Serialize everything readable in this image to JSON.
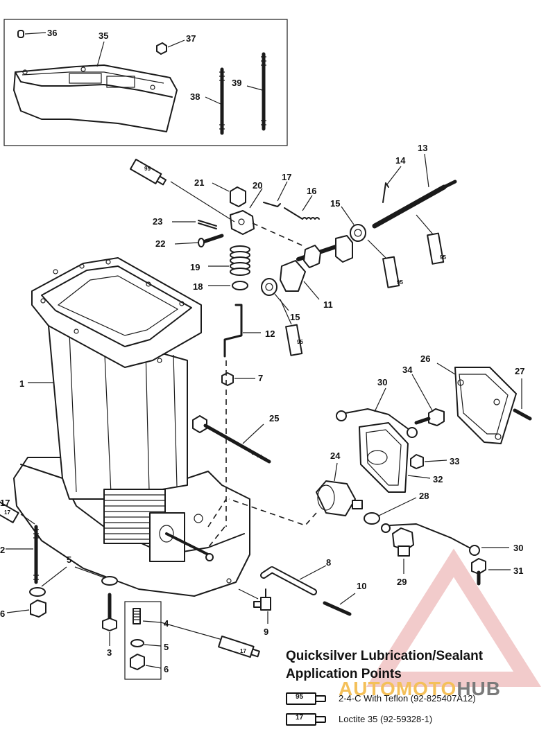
{
  "callouts": {
    "c1": "1",
    "c2": "2",
    "c3": "3",
    "c4": "4",
    "c5a": "5",
    "c5b": "5",
    "c6a": "6",
    "c6b": "6",
    "c7": "7",
    "c8": "8",
    "c9": "9",
    "c10": "10",
    "c11": "11",
    "c12": "12",
    "c13": "13",
    "c14": "14",
    "c15a": "15",
    "c15b": "15",
    "c16": "16",
    "c17": "17",
    "c18": "18",
    "c19": "19",
    "c20": "20",
    "c21": "21",
    "c22": "22",
    "c23": "23",
    "c24": "24",
    "c25": "25",
    "c26": "26",
    "c27": "27",
    "c28": "28",
    "c29": "29",
    "c30a": "30",
    "c30b": "30",
    "c31": "31",
    "c32": "32",
    "c33": "33",
    "c34": "34",
    "c35": "35",
    "c36": "36",
    "c37": "37",
    "c38": "38",
    "c39": "39",
    "c17l": "17"
  },
  "tubes": {
    "t95a": "95",
    "t95b": "95",
    "t95c": "95",
    "t95d": "95",
    "t17a": "17",
    "t17b": "17"
  },
  "legend": {
    "title_line1": "Quicksilver Lubrication/Sealant",
    "title_line2": "Application Points",
    "items": [
      {
        "code": "95",
        "text": "2-4-C  With Teflon (92-825407A12)"
      },
      {
        "code": "17",
        "text": "Loctite 35 (92-59328-1)"
      }
    ]
  },
  "watermark": {
    "part1": "AUTOMOTO",
    "part2": "HUB",
    "logo_color": "#e8a0a0"
  }
}
